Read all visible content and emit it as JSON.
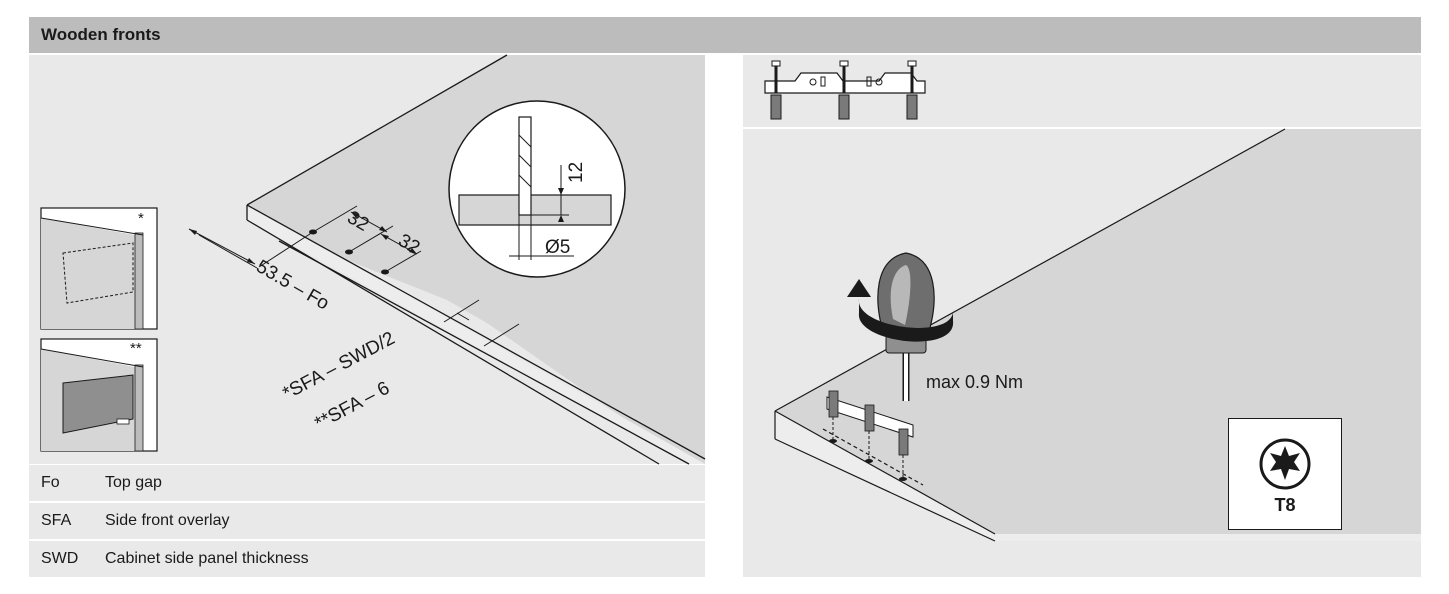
{
  "header": {
    "title": "Wooden fronts"
  },
  "left": {
    "dimensions": {
      "d1": "32",
      "d2": "32",
      "d3": "53.5 – Fo",
      "d4": "*SFA – SWD/2",
      "d5": "**SFA – 6",
      "depth": "12",
      "diameter": "Ø5"
    },
    "thumbnails": {
      "top_mark": "*",
      "bottom_mark": "**"
    }
  },
  "legend": {
    "rows": [
      {
        "abbr": "Fo",
        "desc": "Top gap"
      },
      {
        "abbr": "SFA",
        "desc": "Side front overlay"
      },
      {
        "abbr": "SWD",
        "desc": "Cabinet side panel thickness"
      }
    ]
  },
  "right": {
    "torque": "max 0.9 Nm",
    "bit": "T8"
  }
}
